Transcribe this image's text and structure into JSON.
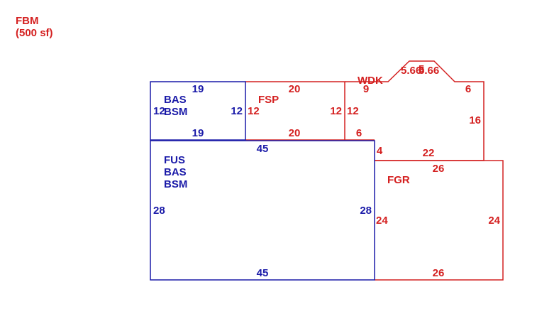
{
  "colors": {
    "blue": "#1a1aa8",
    "red": "#d42020",
    "background": "#ffffff"
  },
  "legend": {
    "line1": "FBM",
    "line2": "(500 sf)"
  },
  "areas": {
    "bas_bsm_top": {
      "label1": "BAS",
      "label2": "BSM",
      "top": "19",
      "bottom": "19",
      "left": "12",
      "right": "12"
    },
    "fus_bas_bsm": {
      "label1": "FUS",
      "label2": "BAS",
      "label3": "BSM",
      "top": "45",
      "bottom": "45",
      "left": "28",
      "right": "28"
    },
    "fsp": {
      "label": "FSP",
      "top": "20",
      "bottom": "20",
      "left": "12",
      "right": "12"
    },
    "wdk": {
      "label": "WDK",
      "left_top": "9",
      "left_side": "12",
      "left_bottom": "6",
      "step": "4",
      "bottom": "22",
      "right_side": "16",
      "right_top": "6",
      "bay_left": "5.66",
      "bay_top": "5",
      "bay_right": "5.66"
    },
    "fgr": {
      "label": "FGR",
      "top": "26",
      "bottom": "26",
      "left": "24",
      "right": "24"
    }
  }
}
